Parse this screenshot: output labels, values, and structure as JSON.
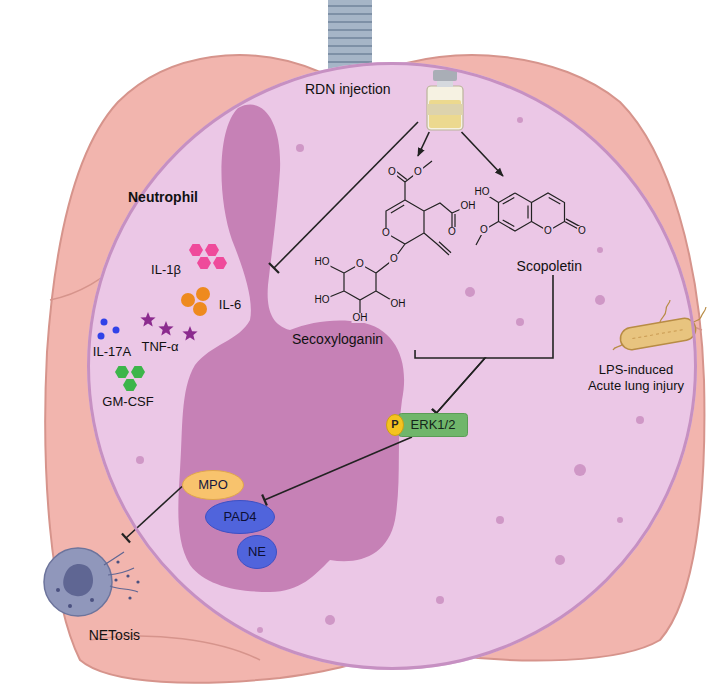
{
  "diagram": {
    "nodes": [
      {
        "text": [
          "Neutrophil"
        ]
      },
      {
        "text": [
          "RDN injection"
        ],
        "in": 0
      },
      {
        "text": [
          "Secoxyloganin"
        ],
        "in": 0
      },
      {
        "text": [
          "Scopoletin"
        ],
        "in": 0
      },
      {
        "text": [
          "ERK1/2"
        ],
        "in": 0
      },
      {
        "text": [
          "P"
        ],
        "in": 0
      },
      {
        "text": [
          "MPO"
        ],
        "in": 0
      },
      {
        "text": [
          "PAD4"
        ],
        "in": 0
      },
      {
        "text": [
          "NE"
        ],
        "in": 0
      },
      {
        "text": [
          "NETosis"
        ]
      }
    ],
    "edges": [
      {
        "from": 1,
        "to": 2,
        "arrow": "to"
      },
      {
        "from": 1,
        "to": 3,
        "arrow": "to"
      },
      {
        "from": 2,
        "to": 4,
        "arrow": "to"
      },
      {
        "from": 3,
        "to": 4,
        "arrow": "to"
      },
      {
        "from": 4,
        "to": 7,
        "arrow": "to"
      },
      {
        "from": 6,
        "to": 9,
        "arrow": "to"
      }
    ],
    "labels": [
      "IL-1β",
      "IL-6",
      "IL-17A",
      "TNF-α",
      "GM-CSF",
      "O",
      "O",
      "O",
      "OH",
      "O",
      "O",
      "O",
      "HO",
      "HO",
      "OH",
      "OH",
      "HO",
      "O",
      "O",
      "O",
      "LPS-induced Acute lung injury"
    ]
  }
}
